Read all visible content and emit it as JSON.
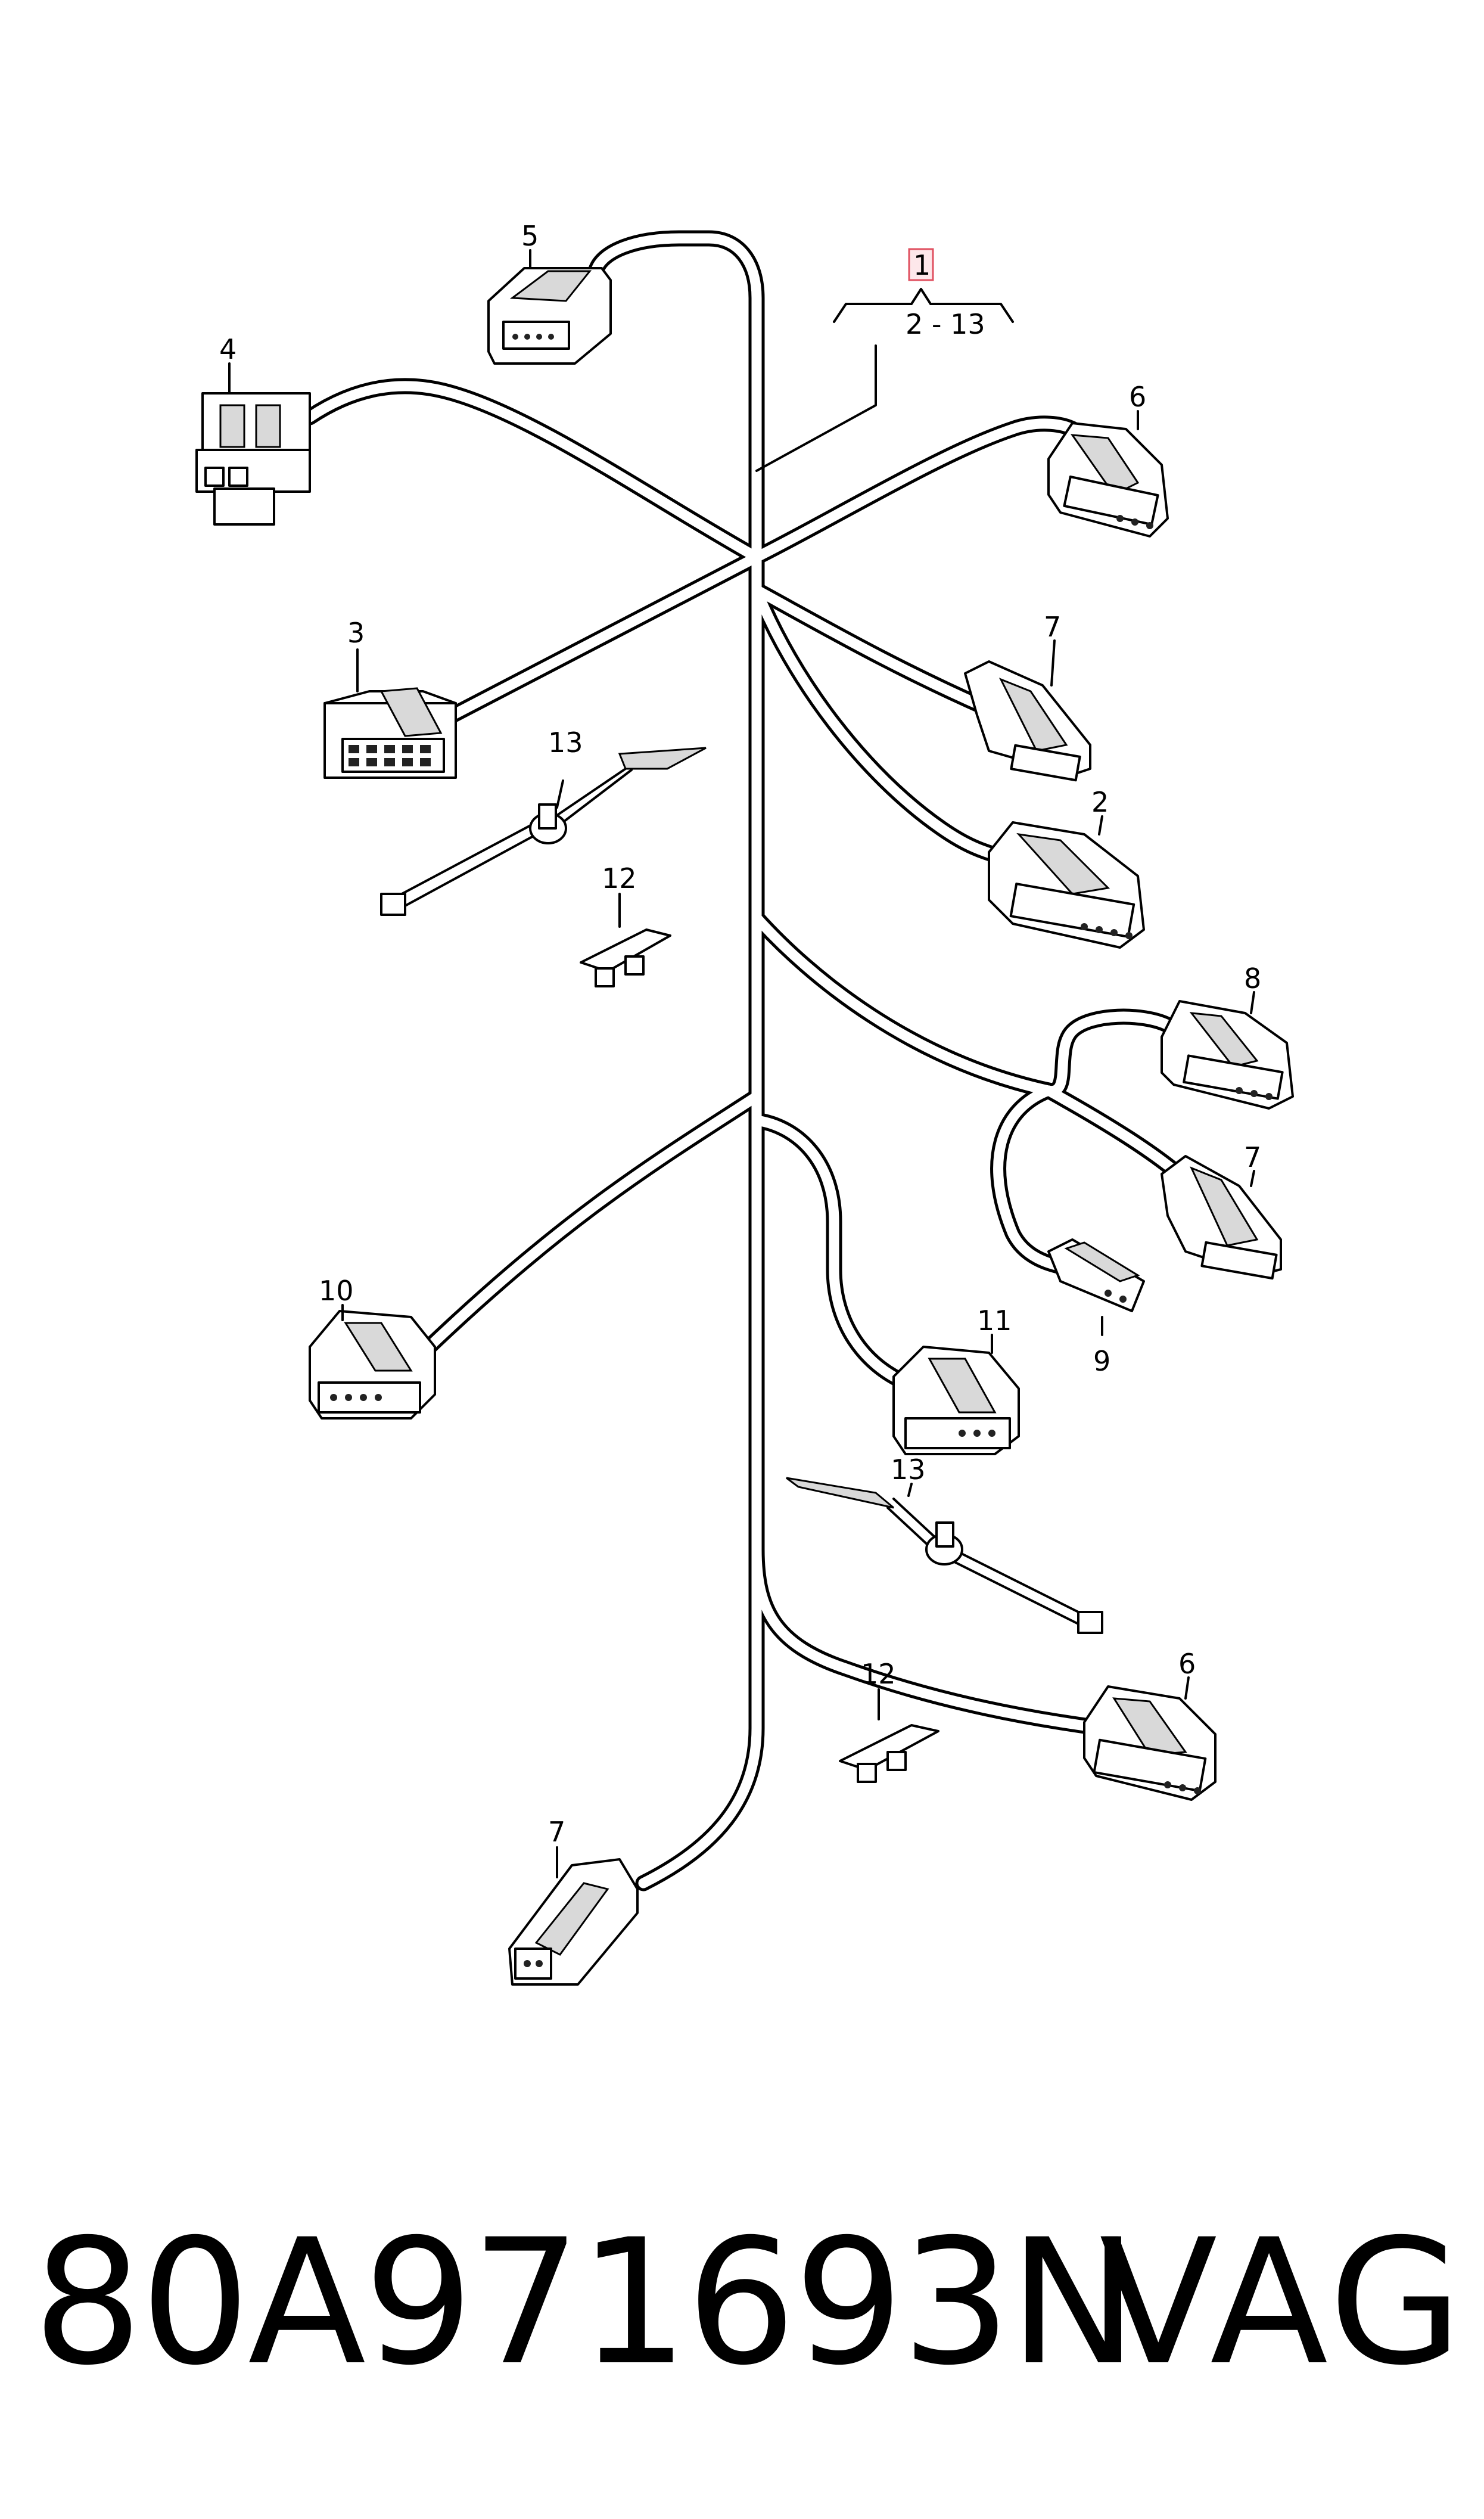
{
  "diagram": {
    "callouts": {
      "main_item": "1",
      "range": "2 - 13",
      "c5": "5",
      "c4": "4",
      "c6a": "6",
      "c3": "3",
      "c7a": "7",
      "c13a": "13",
      "c2": "2",
      "c12a": "12",
      "c8": "8",
      "c7b": "7",
      "c10": "10",
      "c9": "9",
      "c11": "11",
      "c13b": "13",
      "c12b": "12",
      "c6b": "6",
      "c7c": "7"
    },
    "colors": {
      "highlight_box": "#e05060",
      "highlight_fill": "#fde7ea",
      "line": "#000000"
    }
  },
  "footer": {
    "part_number": "80A971693N",
    "brand": "VAG"
  }
}
